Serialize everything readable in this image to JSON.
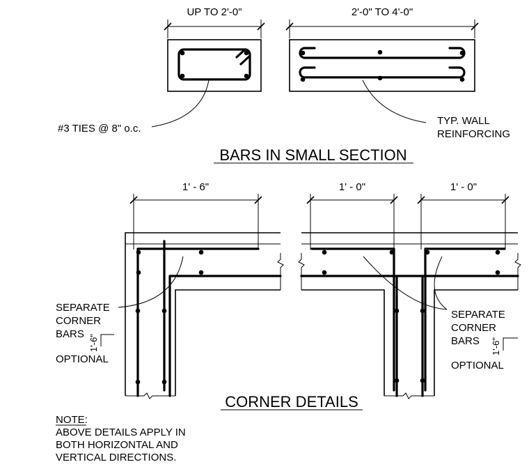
{
  "top_section": {
    "dim_left": "UP TO 2'-0\"",
    "dim_right": "2'-0\" TO 4'-0\"",
    "label_ties": "#3 TIES  @ 8\" o.c.",
    "label_wall_line1": "TYP. WALL",
    "label_wall_line2": "REINFORCING",
    "title": "BARS IN SMALL SECTION"
  },
  "corner_section": {
    "dim_left": "1' - 6\"",
    "dim_mid": "1' - 0\"",
    "dim_right": "1' - 0\"",
    "left_label_lines": [
      "SEPARATE",
      "CORNER",
      "BARS"
    ],
    "left_dim_vertical": "1'-6\"",
    "left_optional": "OPTIONAL",
    "right_label_lines": [
      "SEPARATE",
      "CORNER",
      "BARS"
    ],
    "right_dim_vertical": "1'-6\"",
    "right_optional": "OPTIONAL",
    "title": "CORNER DETAILS"
  },
  "note": {
    "heading": "NOTE:",
    "lines": [
      "ABOVE DETAILS APPLY IN",
      "BOTH HORIZONTAL AND",
      "VERTICAL DIRECTIONS."
    ]
  }
}
